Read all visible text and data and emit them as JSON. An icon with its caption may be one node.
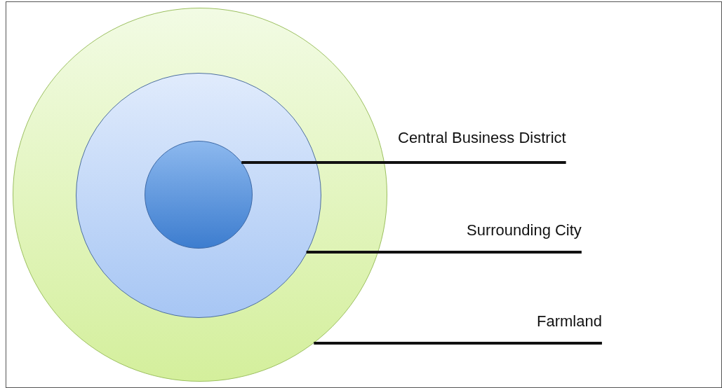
{
  "diagram": {
    "nodes": [
      {
        "text": [],
        "shape": "circle"
      },
      {
        "text": [],
        "shape": "circle",
        "in": 0
      },
      {
        "text": [],
        "shape": "circle",
        "in": 1
      },
      {
        "text": [
          "Central Business District"
        ]
      },
      {
        "text": [
          "Surrounding City"
        ]
      },
      {
        "text": [
          "Farmland"
        ]
      }
    ],
    "edges": [
      {
        "from": 3,
        "to": 2,
        "arrow": "none"
      },
      {
        "from": 4,
        "to": 1,
        "arrow": "none"
      },
      {
        "from": 5,
        "to": 0,
        "arrow": "none"
      }
    ]
  }
}
